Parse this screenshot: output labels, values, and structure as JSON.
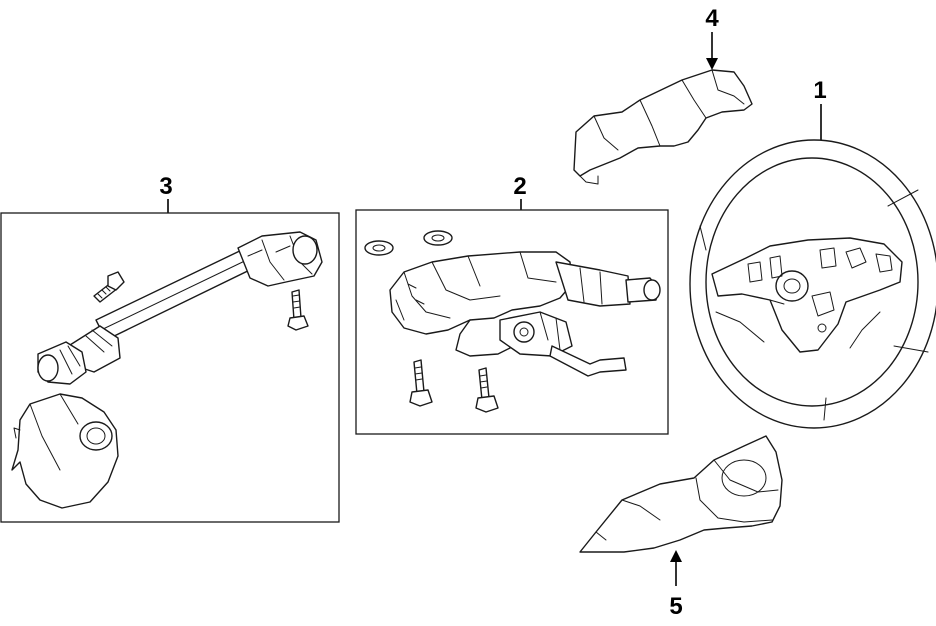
{
  "callouts": [
    {
      "id": "1",
      "label": "1",
      "part": "steering-wheel"
    },
    {
      "id": "2",
      "label": "2",
      "part": "steering-column"
    },
    {
      "id": "3",
      "label": "3",
      "part": "intermediate-shaft"
    },
    {
      "id": "4",
      "label": "4",
      "part": "upper-column-cover"
    },
    {
      "id": "5",
      "label": "5",
      "part": "lower-column-cover"
    }
  ]
}
